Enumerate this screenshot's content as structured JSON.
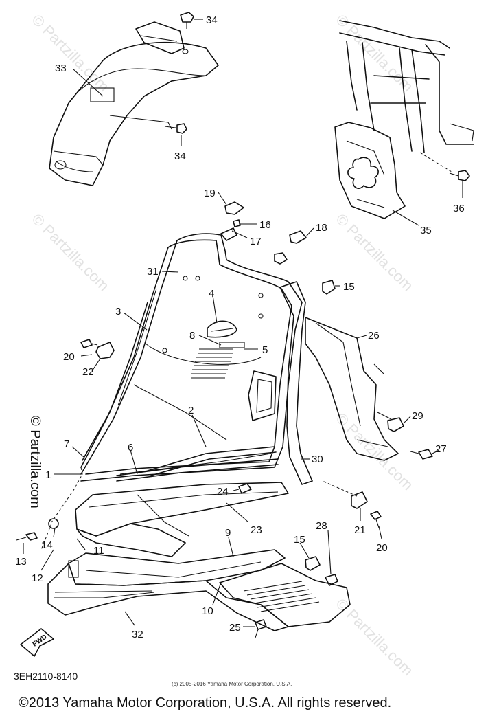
{
  "diagram": {
    "drawing_code": "3EH2110-8140",
    "small_copyright": "(c) 2005-2016 Yamaha Motor Corporation, U.S.A.",
    "copyright": "©2013 Yamaha Motor Corporation, U.S.A. All rights reserved.",
    "fwd_label": "FWD",
    "watermark": "© Partzilla.com",
    "callouts": {
      "c34a": "34",
      "c33": "33",
      "c34b": "34",
      "c19": "19",
      "c16": "16",
      "c18": "18",
      "c17": "17",
      "c36": "36",
      "c35": "35",
      "c31": "31",
      "c15a": "15",
      "c4": "4",
      "c3": "3",
      "c8": "8",
      "c5": "5",
      "c26": "26",
      "c20a": "20",
      "c22": "22",
      "c2": "2",
      "c29": "29",
      "c7": "7",
      "c6": "6",
      "c27": "27",
      "c1": "1",
      "c30": "30",
      "c24": "24",
      "c21": "21",
      "c23": "23",
      "c14": "14",
      "c11": "11",
      "c9": "9",
      "c28": "28",
      "c15b": "15",
      "c20b": "20",
      "c13": "13",
      "c12": "12",
      "c10": "10",
      "c25": "25",
      "c32": "32"
    }
  }
}
